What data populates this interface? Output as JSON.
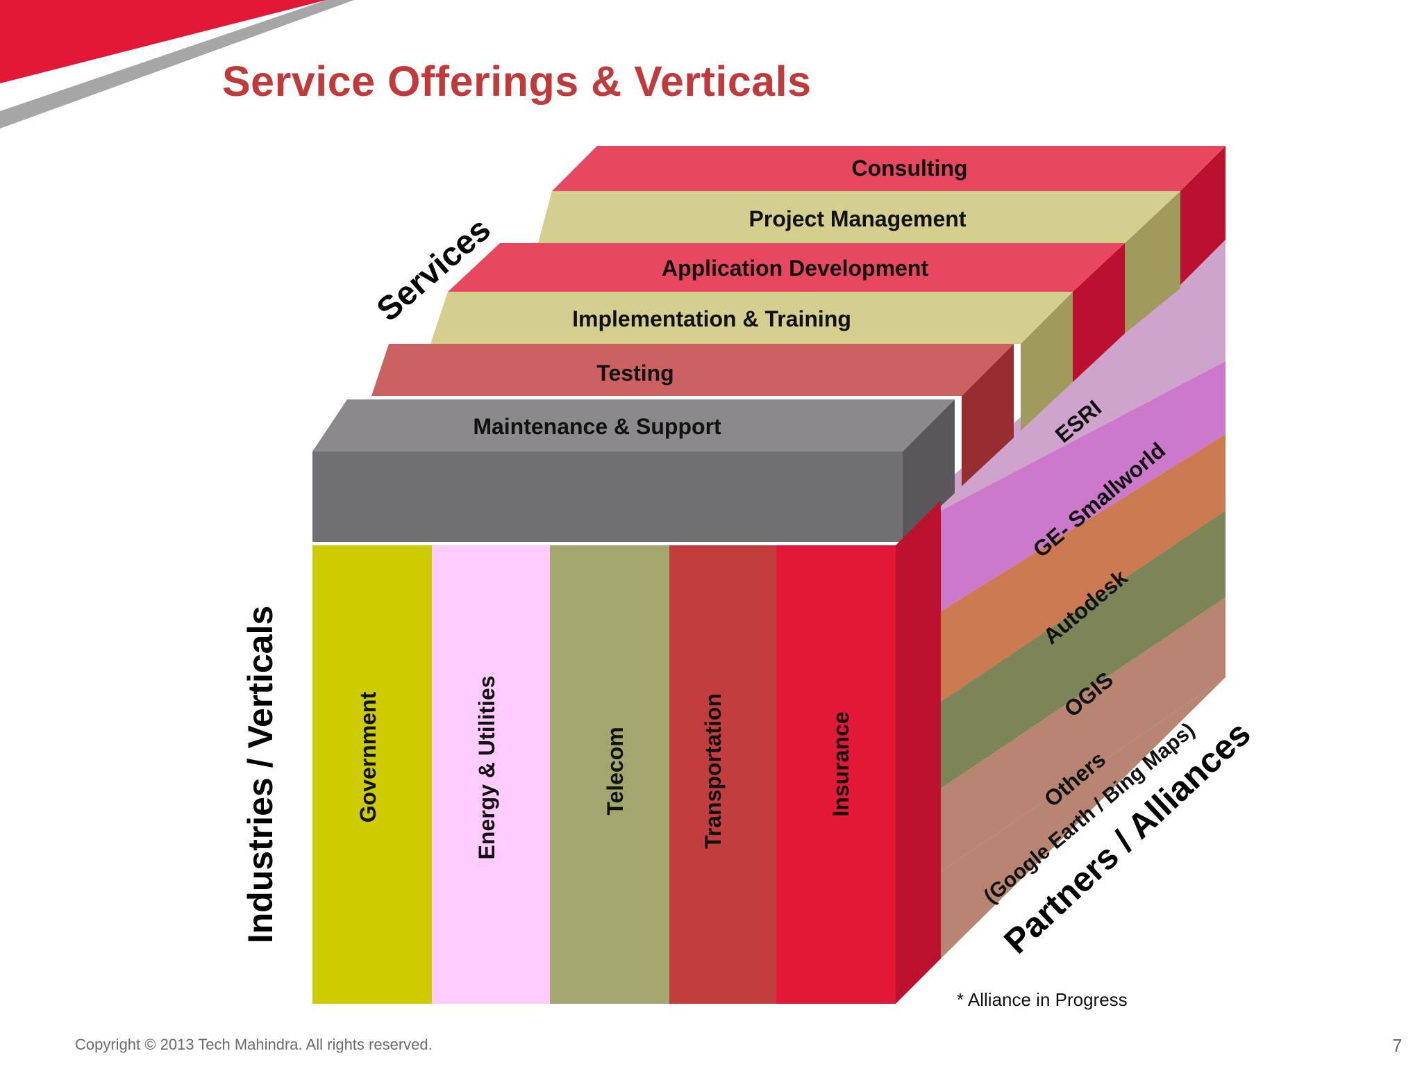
{
  "slide": {
    "title": "Service Offerings & Verticals",
    "copyright": "Copyright © 2013 Tech Mahindra. All rights reserved.",
    "page_number": "7"
  },
  "axes": {
    "services": "Services",
    "industries": "Industries / Verticals",
    "partners": "Partners / Alliances"
  },
  "services": [
    {
      "label": "Consulting",
      "color": "#e8485f"
    },
    {
      "label": "Project Management",
      "color": "#d4cf8e"
    },
    {
      "label": "Application Development",
      "color": "#e8485f"
    },
    {
      "label": "Implementation &  Training",
      "color": "#d4cf8e"
    },
    {
      "label": "Testing",
      "color": "#cc6161"
    },
    {
      "label": "Maintenance & Support",
      "color": "#8b898c"
    }
  ],
  "industries": [
    {
      "label": "Government",
      "color": "#cccc00"
    },
    {
      "label": "Energy & Utilities",
      "color": "#ffccff"
    },
    {
      "label": "Telecom",
      "color": "#a3a76e"
    },
    {
      "label": "Transportation",
      "color": "#c13d3e"
    },
    {
      "label": "Insurance",
      "color": "#e31837"
    }
  ],
  "partners": [
    {
      "label": "ESRI",
      "color": "#cfa4cc"
    },
    {
      "label": "GE- Smallworld",
      "color": "#cc79cc"
    },
    {
      "label": "Autodesk",
      "color": "#cc7a52"
    },
    {
      "label": "OGIS",
      "color": "#7d8458"
    },
    {
      "label": "Others",
      "sublabel": "(Google Earth / Bing Maps)",
      "color": "#b88573"
    }
  ],
  "footnote": "* Alliance in Progress",
  "colors": {
    "brand_red": "#e31837",
    "title": "#c0393b",
    "banner_gray": "#a6a6a6"
  }
}
